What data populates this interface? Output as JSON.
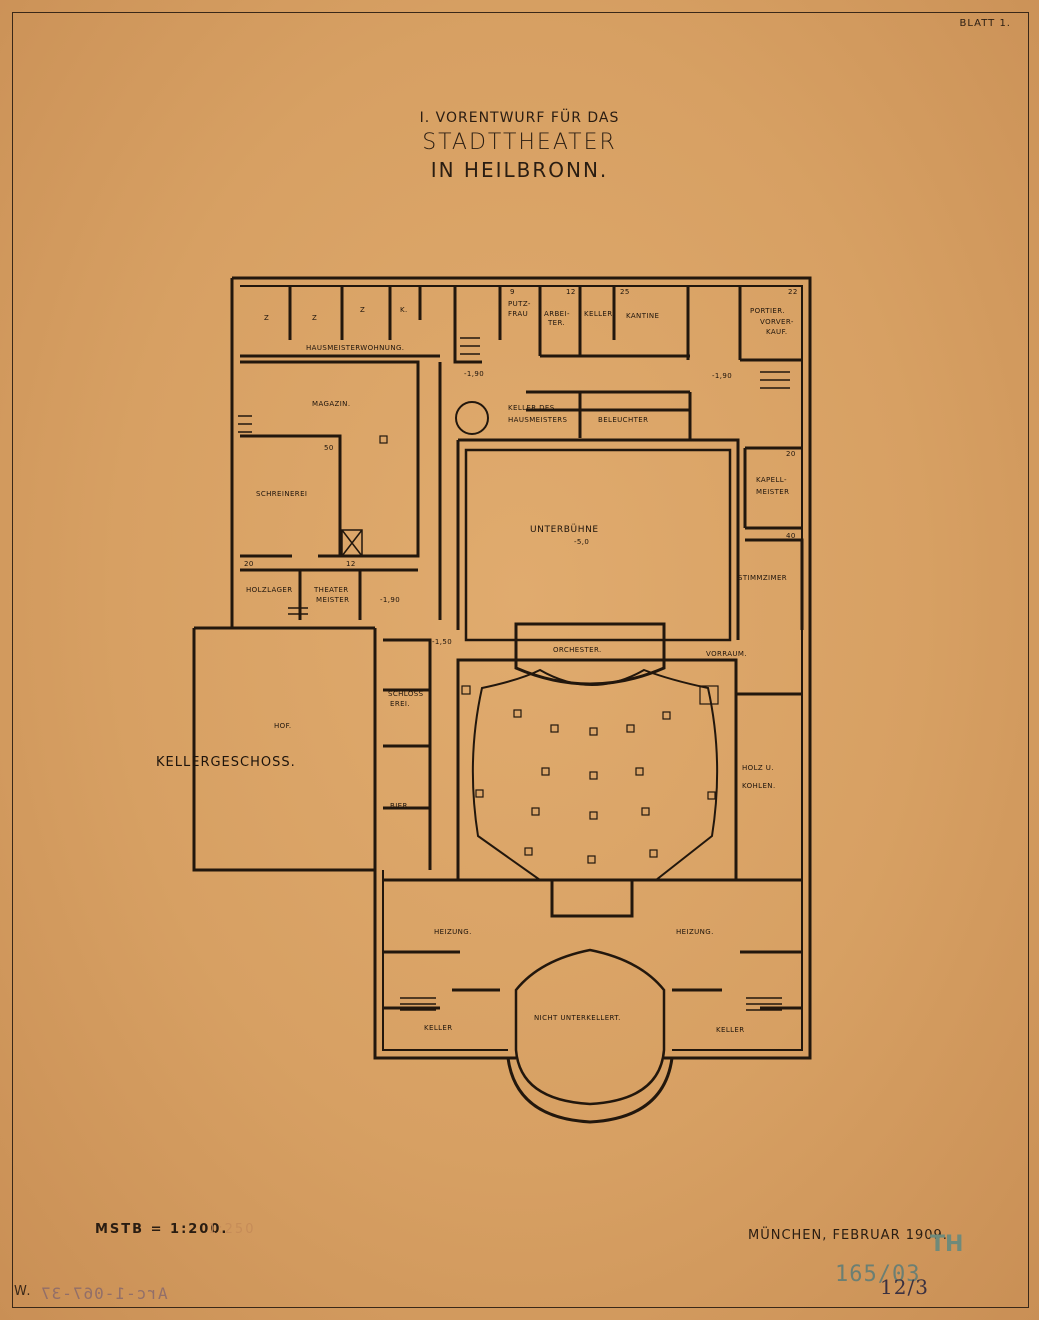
{
  "sheet_label": "BLATT 1.",
  "title": {
    "line1": "I. VORENTWURF FÜR DAS",
    "line2": "STADTTHEATER",
    "line3": "IN HEILBRONN."
  },
  "drawing_label": "KELLERGESCHOSS.",
  "rooms": {
    "z1": "Z",
    "z2": "Z",
    "z3": "Z",
    "k": "K.",
    "hausmeisterwohnung": "HAUSMEISTERWOHNUNG.",
    "putzfrau": "PUTZ-",
    "putzfrau2": "FRAU",
    "arbeiter": "ARBEI-",
    "arbeiter2": "TER.",
    "keller_small": "KELLER",
    "kantine": "KANTINE",
    "portier": "PORTIER.",
    "vorverkauf": "VORVER-",
    "vorverkauf2": "KAUF.",
    "magazin": "MAGAZIN.",
    "keller_des": "KELLER DES",
    "hausmeisters": "HAUSMEISTERS",
    "beleuchter": "BELEUCHTER",
    "schreinerei": "SCHREINEREI",
    "kapellmeister": "KAPELL-",
    "kapellmeister2": "MEISTER",
    "unterbuehne": "UNTERBÜHNE",
    "stimmzimmer": "STIMMZIMER",
    "holzlager": "HOLZLAGER",
    "theatermeister": "THEATER",
    "theatermeister2": "MEISTER",
    "orchester": "ORCHESTER.",
    "vorraum": "VORRAUM.",
    "hof": "HOF.",
    "schlosserei": "SCHLOSS",
    "schlosserei2": "EREI.",
    "bier": "BIER",
    "holz_kohlen": "HOLZ U.",
    "holz_kohlen2": "KOHLEN.",
    "heizung_left": "HEIZUNG.",
    "heizung_right": "HEIZUNG.",
    "nicht_unterkellert": "NICHT UNTERKELLERT.",
    "keller_left": "KELLER",
    "keller_right": "KELLER"
  },
  "dimensions": {
    "d9": "9",
    "d12": "12",
    "d25": "25",
    "d22": "22",
    "d50": "50",
    "d20a": "20",
    "d12b": "12",
    "d20b": "20",
    "d40": "40",
    "level1": "-1,90",
    "level2": "-1,90",
    "level_stage": "-5,0",
    "level3": "-1,90",
    "level4": "-1,50"
  },
  "scale": "MSTB = 1:200.",
  "scale_faint": "1:250",
  "place_date": "MÜNCHEN, FEBRUAR 1909.",
  "archive": {
    "stamp_number": "165/03",
    "pencil_number": "12/3",
    "stamp_logo": "TH",
    "inventory_mirrored": "Arc-1-067-37",
    "owner_mark": "W."
  },
  "colors": {
    "paper": "#d8a064",
    "ink": "#2a1d12",
    "stamp": "#6b7f73"
  }
}
